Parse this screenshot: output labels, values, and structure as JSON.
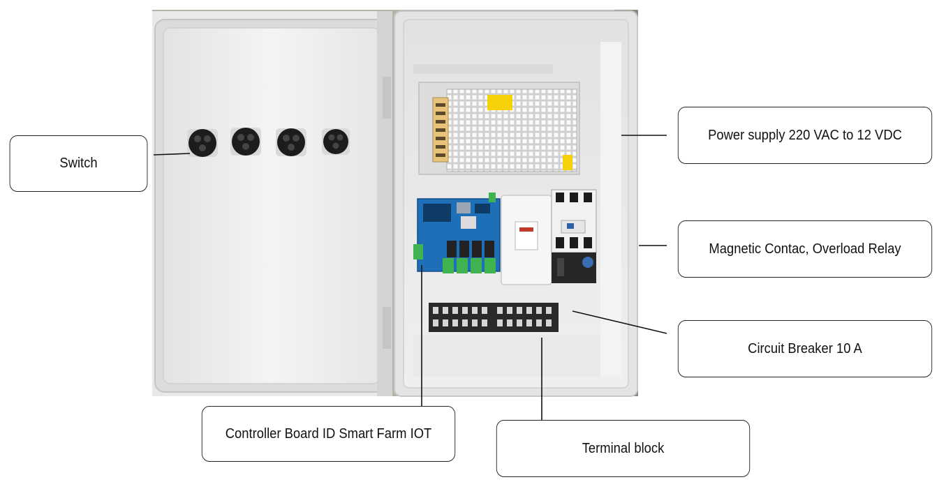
{
  "labels": {
    "switch": "Switch",
    "power_supply": "Power supply 220 VAC to 12 VDC",
    "magnetic_contactor": "Magnetic Contac, Overload Relay",
    "circuit_breaker": "Circuit Breaker 10 A",
    "controller_board": "Controller Board ID Smart Farm IOT",
    "terminal_block": "Terminal block"
  },
  "colors": {
    "enclosure": "#ececec",
    "enclosure_shadow": "#d6d6d6",
    "board": "#1f6fb8",
    "relay": "#222222",
    "terminal_green": "#3fb34f",
    "psu_mesh": "#c9c9c9",
    "warning_label": "#f5d10a",
    "background_floor": "#a09a8e"
  }
}
